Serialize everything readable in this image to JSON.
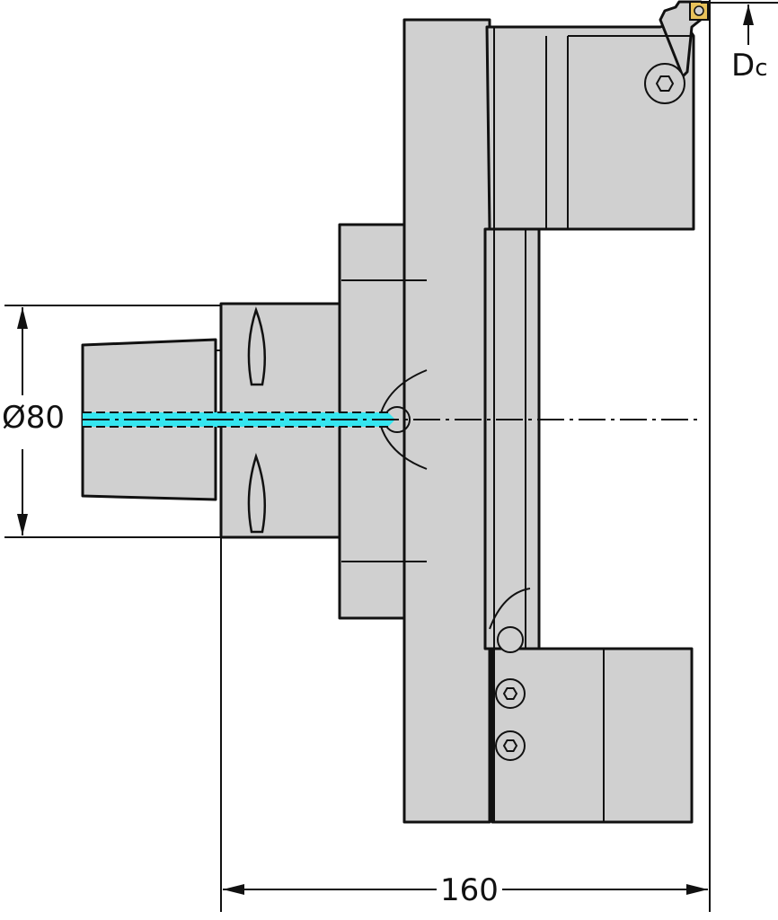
{
  "dimensions": {
    "diameter_label": "Ø80",
    "length_label": "160",
    "cutting_diameter_label": "D",
    "cutting_diameter_subscript": "c"
  },
  "colors": {
    "body": "#d0d0d0",
    "outline": "#111111",
    "coolant": "#35e6f0",
    "insert": "#e8c25a"
  }
}
